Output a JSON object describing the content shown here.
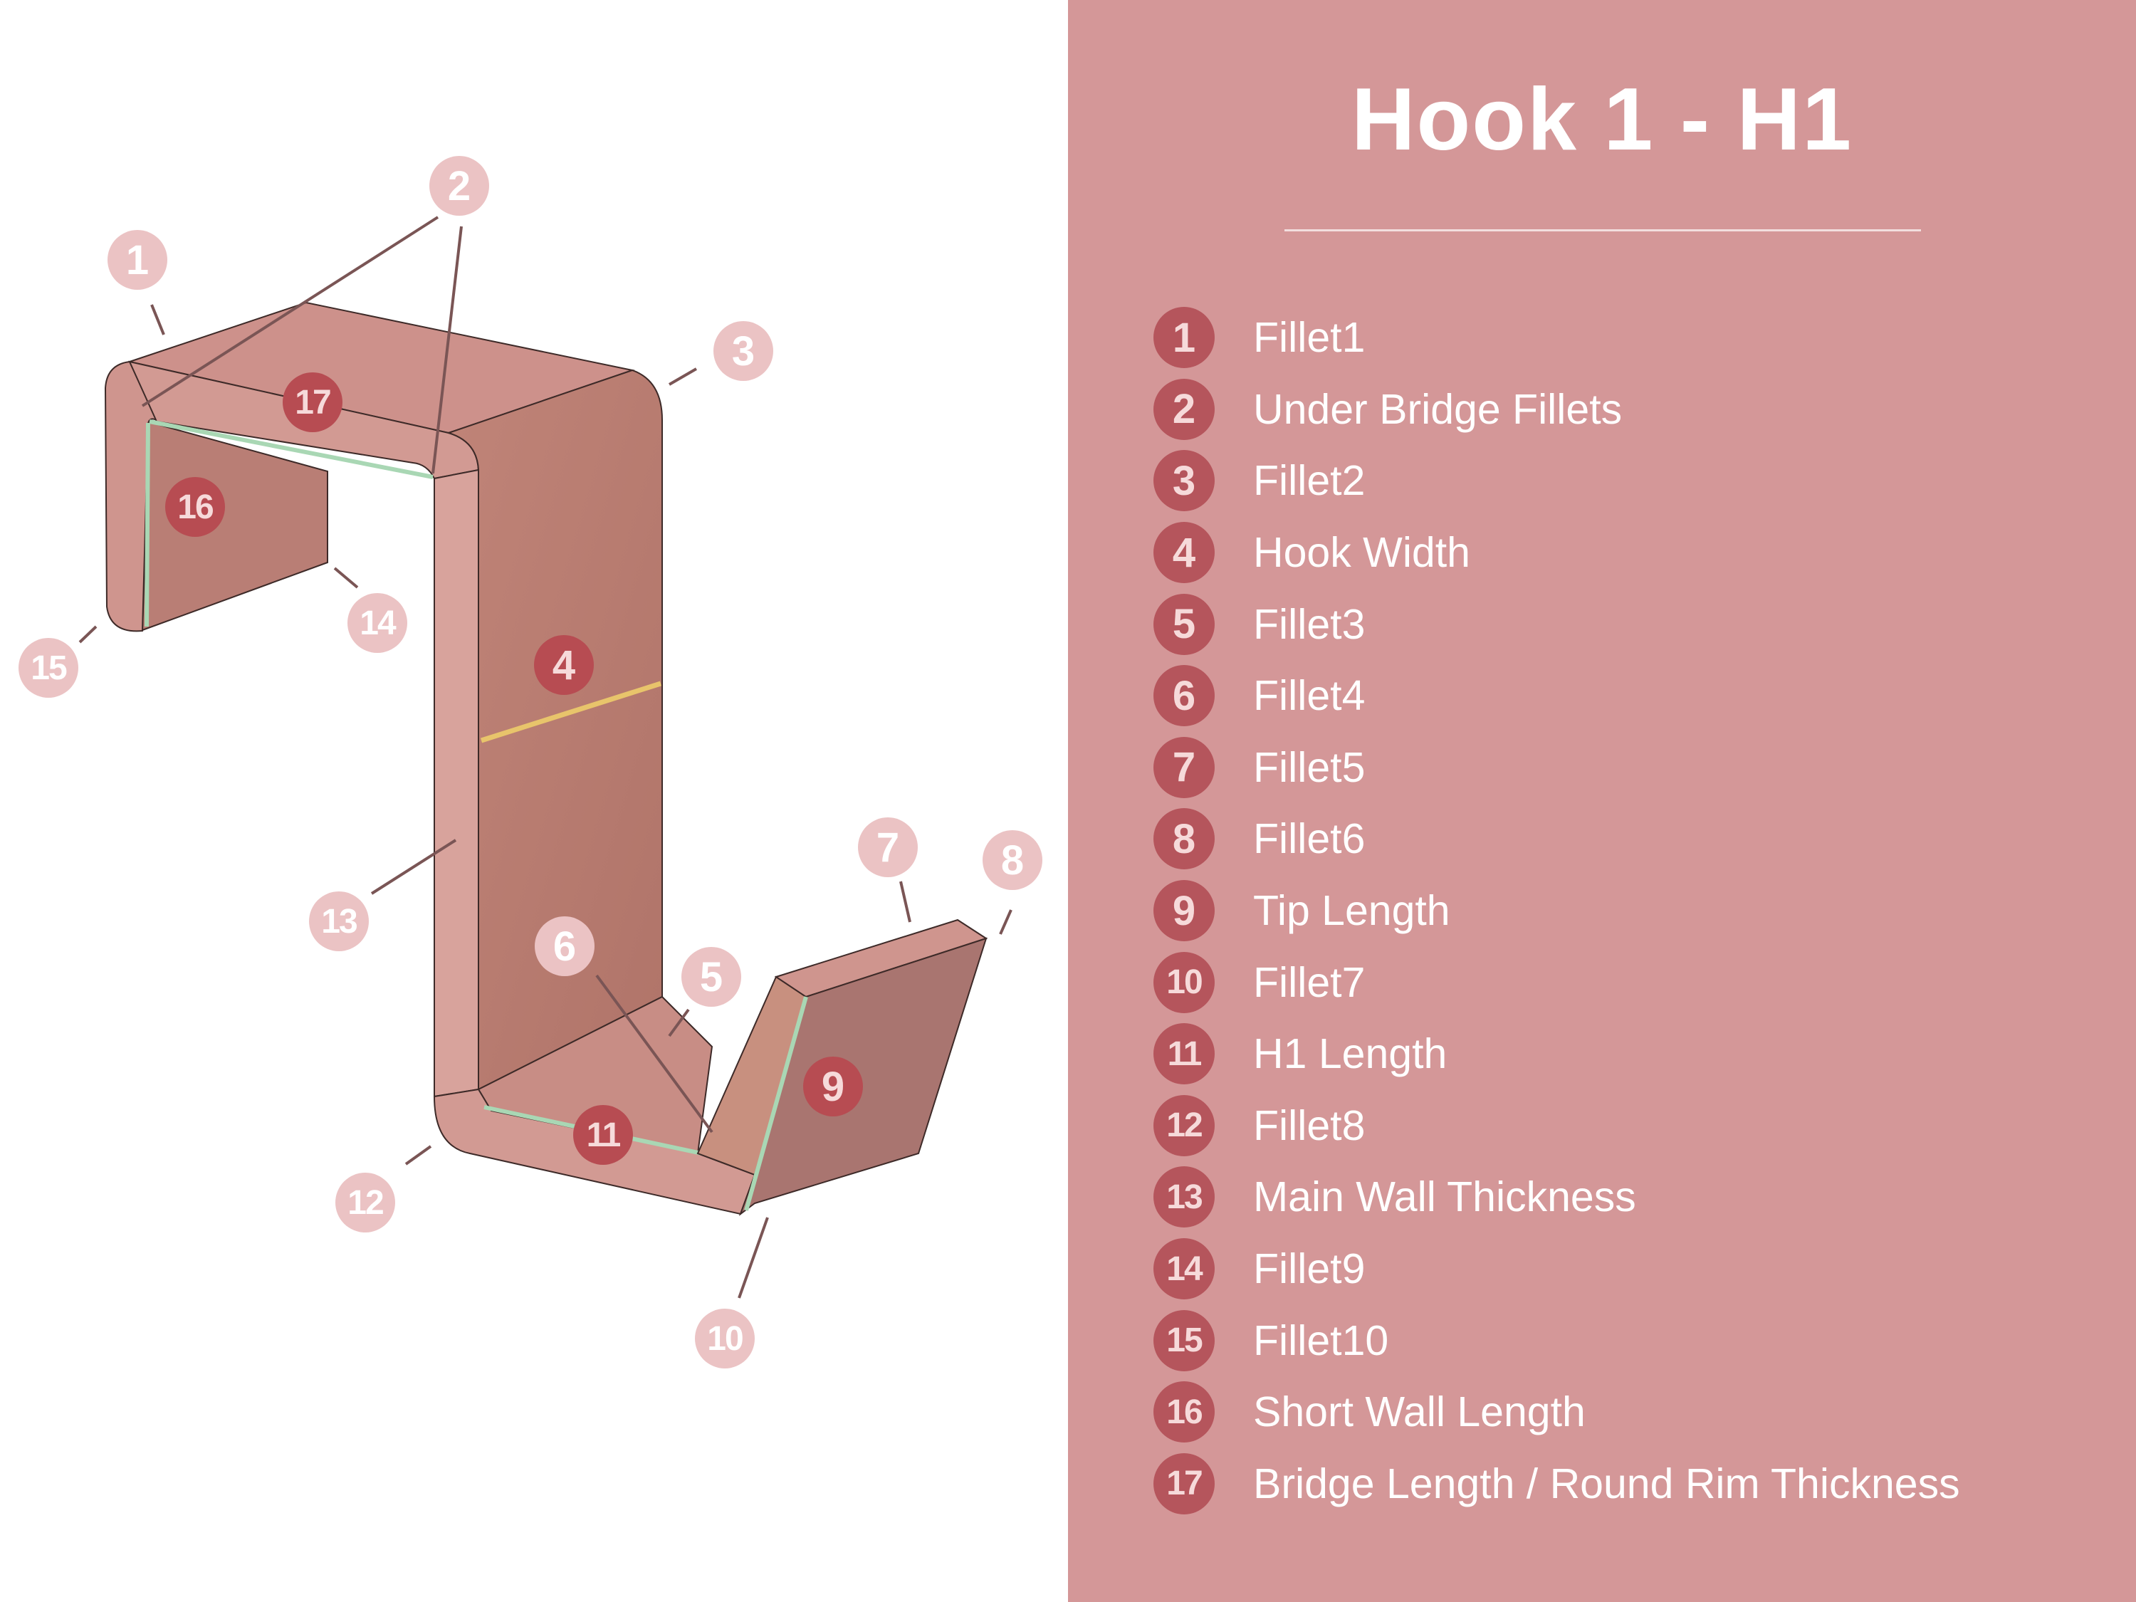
{
  "title": "Hook 1 - H1",
  "colors": {
    "panel_background": "#d49798",
    "badge_dark": "#b74c52",
    "badge_light": "#ebc3c4",
    "part_surface": "#c98a85",
    "label_text": "#ffffff"
  },
  "legend": [
    {
      "num": "1",
      "label": "Fillet1"
    },
    {
      "num": "2",
      "label": "Under Bridge Fillets"
    },
    {
      "num": "3",
      "label": "Fillet2"
    },
    {
      "num": "4",
      "label": "Hook Width"
    },
    {
      "num": "5",
      "label": "Fillet3"
    },
    {
      "num": "6",
      "label": "Fillet4"
    },
    {
      "num": "7",
      "label": "Fillet5"
    },
    {
      "num": "8",
      "label": "Fillet6"
    },
    {
      "num": "9",
      "label": "Tip Length"
    },
    {
      "num": "10",
      "label": "Fillet7"
    },
    {
      "num": "11",
      "label": "H1 Length"
    },
    {
      "num": "12",
      "label": "Fillet8"
    },
    {
      "num": "13",
      "label": "Main Wall Thickness"
    },
    {
      "num": "14",
      "label": "Fillet9"
    },
    {
      "num": "15",
      "label": "Fillet10"
    },
    {
      "num": "16",
      "label": "Short Wall Length"
    },
    {
      "num": "17",
      "label": "Bridge Length / Round Rim Thickness"
    }
  ],
  "callouts": {
    "c1": "1",
    "c2": "2",
    "c3": "3",
    "c4": "4",
    "c5": "5",
    "c6": "6",
    "c7": "7",
    "c8": "8",
    "c9": "9",
    "c10": "10",
    "c11": "11",
    "c12": "12",
    "c13": "13",
    "c14": "14",
    "c15": "15",
    "c16": "16",
    "c17": "17"
  }
}
